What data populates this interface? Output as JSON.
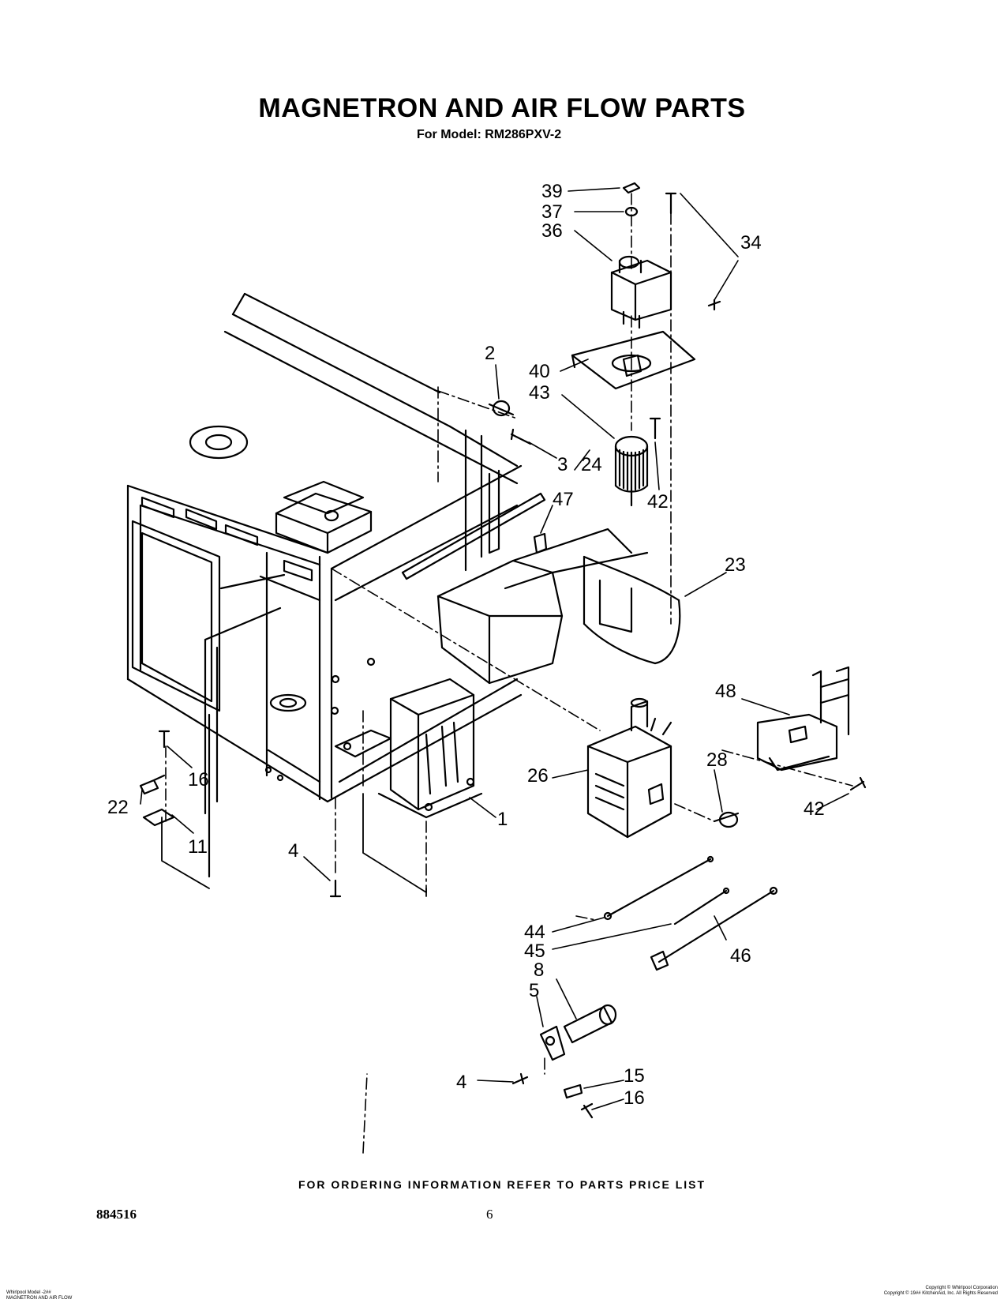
{
  "header": {
    "title": "MAGNETRON AND AIR FLOW PARTS",
    "subtitle": "For Model: RM286PXV-2"
  },
  "diagram": {
    "callouts": [
      "39",
      "37",
      "36",
      "34",
      "2",
      "40",
      "43",
      "3",
      "24",
      "42",
      "47",
      "23",
      "48",
      "26",
      "28",
      "1",
      "22",
      "16",
      "11",
      "4",
      "42",
      "44",
      "45",
      "46",
      "8",
      "5",
      "4",
      "15",
      "16"
    ]
  },
  "footer": {
    "ordering_note": "FOR ORDERING INFORMATION REFER TO PARTS PRICE LIST",
    "doc_number": "884516",
    "page_number": "6",
    "left_small_1": "Whirlpool Model -2##",
    "left_small_2": "MAGNETRON AND AIR FLOW",
    "right_small_1": "Copyright © Whirlpool Corporation",
    "right_small_2": "Copyright © 19## KitchenAid, Inc. All Rights Reserved"
  }
}
